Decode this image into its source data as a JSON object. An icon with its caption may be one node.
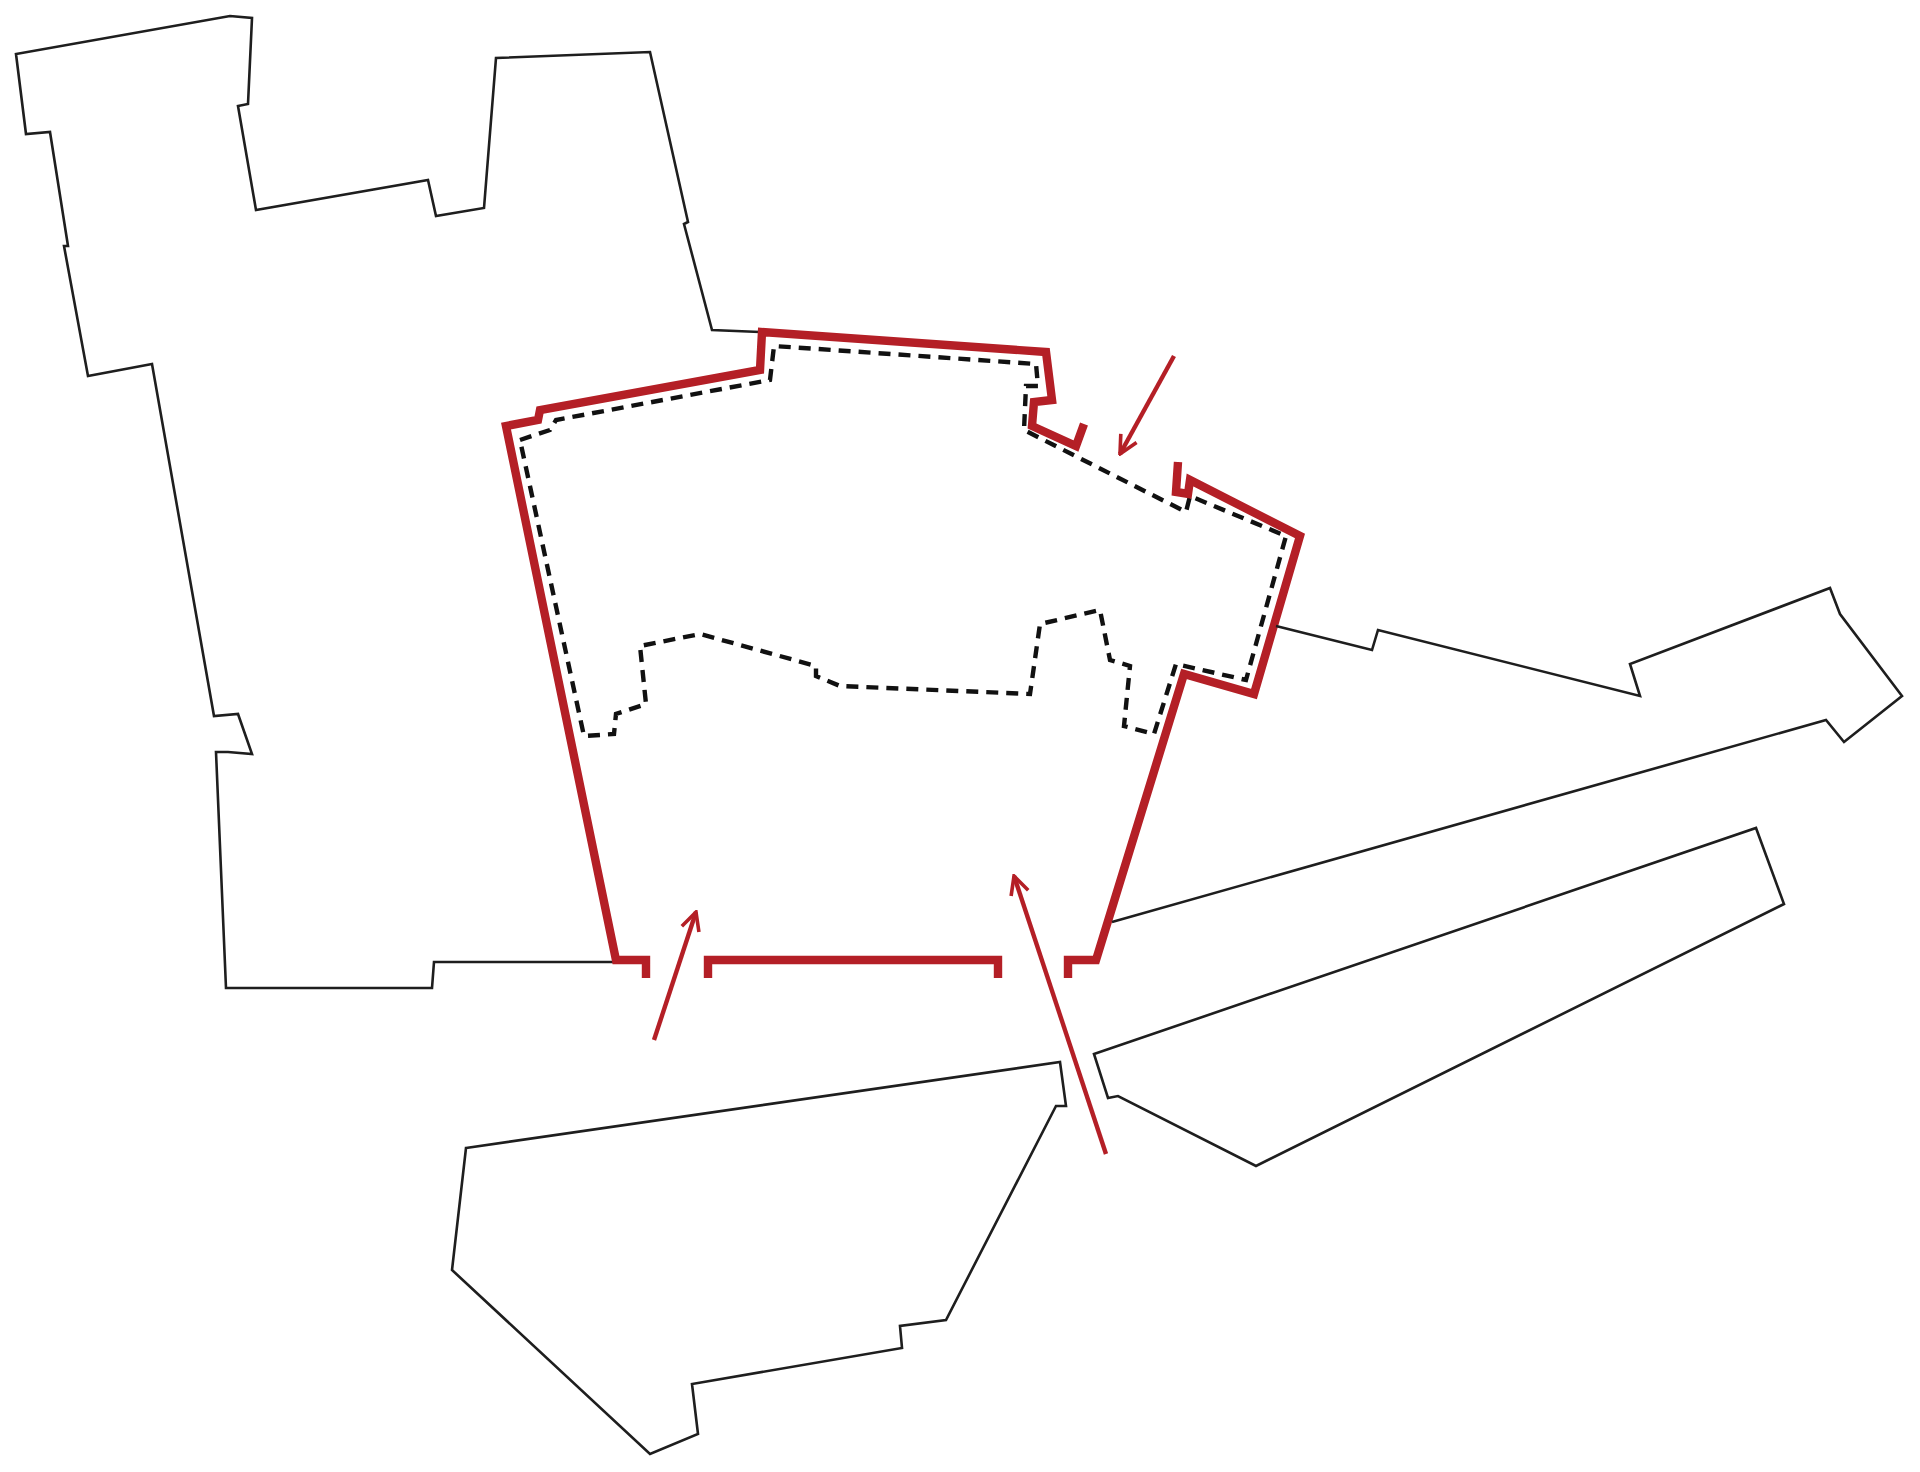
{
  "diagram": {
    "nodes": [
      {
        "text": [],
        "shape": "polygon"
      },
      {
        "text": [],
        "shape": "polygon"
      },
      {
        "text": [],
        "shape": "polygon"
      },
      {
        "text": [],
        "shape": "polygon"
      },
      {
        "text": [],
        "shape": "polygon"
      }
    ],
    "edges": [
      {
        "from": null,
        "to": 1,
        "arrow": "to"
      },
      {
        "from": null,
        "to": 1,
        "arrow": "to"
      },
      {
        "from": null,
        "to": 1,
        "arrow": "to"
      }
    ]
  }
}
